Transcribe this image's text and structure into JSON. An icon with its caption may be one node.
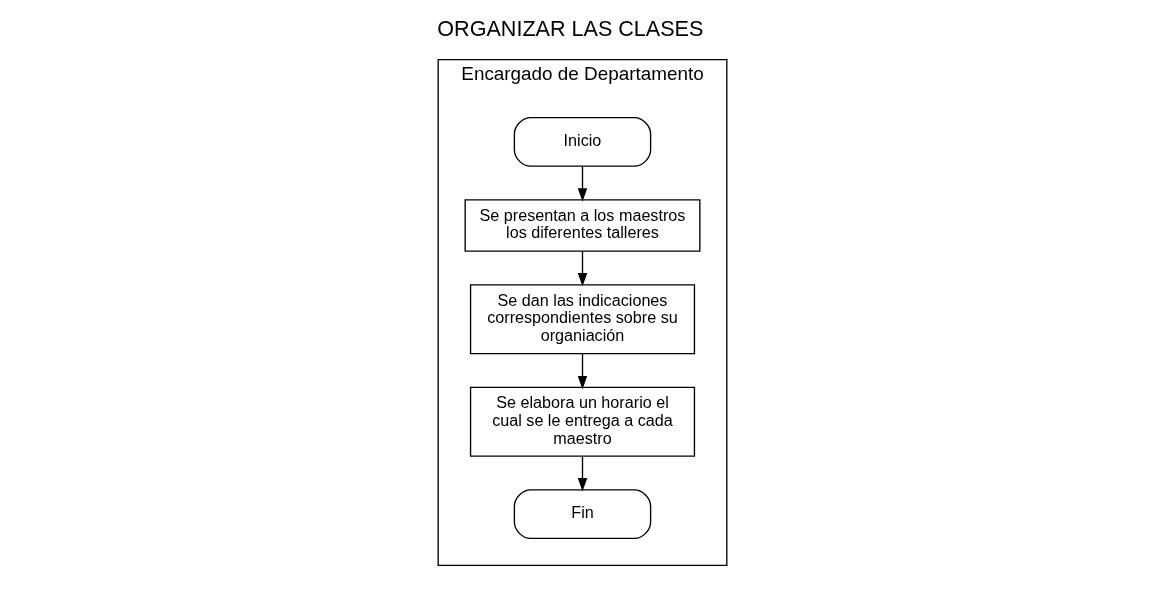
{
  "diagram": {
    "title": "ORGANIZAR LAS CLASES",
    "nodes": [
      {
        "text": [
          "Encargado de Departamento"
        ]
      },
      {
        "text": [
          "Inicio"
        ],
        "in": 0
      },
      {
        "text": [
          "Se presentan a los maestros los diferentes talleres"
        ],
        "in": 0
      },
      {
        "text": [
          "Se dan las indicaciones correspondientes sobre su organiación"
        ],
        "in": 0
      },
      {
        "text": [
          "Se elabora un horario el cual se le entrega a cada maestro"
        ],
        "in": 0
      },
      {
        "text": [
          "Fin"
        ],
        "in": 0
      }
    ],
    "edges": [
      {
        "from": 1,
        "to": 2,
        "arrow": "to"
      },
      {
        "from": 2,
        "to": 3,
        "arrow": "to"
      },
      {
        "from": 3,
        "to": 4,
        "arrow": "to"
      },
      {
        "from": 4,
        "to": 5,
        "arrow": "to"
      }
    ]
  }
}
